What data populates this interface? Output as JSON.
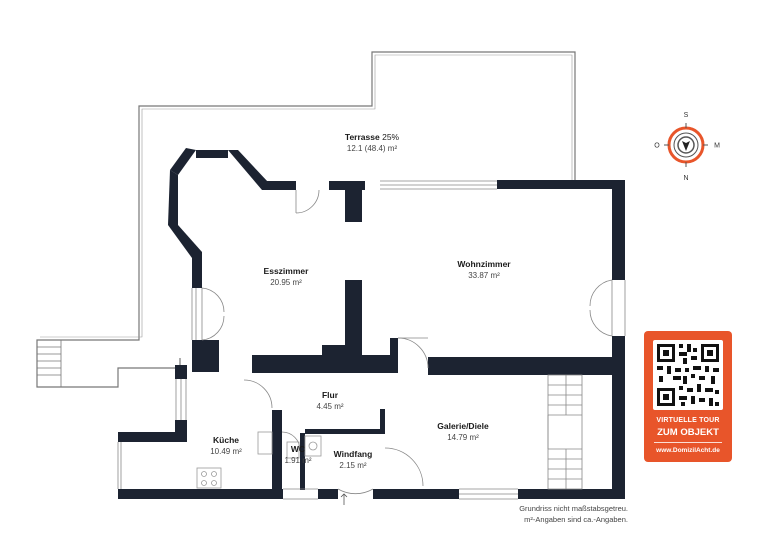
{
  "rooms": [
    {
      "name": "Terrasse",
      "suffix": "25%",
      "area": "12.1 (48.4) m²"
    },
    {
      "name": "Esszimmer",
      "area": "20.95 m²"
    },
    {
      "name": "Wohnzimmer",
      "area": "33.87 m²"
    },
    {
      "name": "Flur",
      "area": "4.45 m²"
    },
    {
      "name": "Galerie/Diele",
      "area": "14.79 m²"
    },
    {
      "name": "Küche",
      "area": "10.49 m²"
    },
    {
      "name": "WC",
      "area": "1.91 m²"
    },
    {
      "name": "Windfang",
      "area": "2.15 m²"
    }
  ],
  "compass": {
    "north": "N",
    "south": "S",
    "west": "O",
    "east": "M"
  },
  "badge": {
    "line1": "VIRTUELLE TOUR",
    "line2": "ZUM OBJEKT",
    "url": "www.DomizilAcht.de",
    "color": "#e8552a"
  },
  "disclaimer": {
    "line1": "Grundriss nicht maßstabsgetreu.",
    "line2": "m²-Angaben sind ca.-Angaben."
  },
  "colors": {
    "wall": "#1c2331",
    "thin": "#888888"
  }
}
